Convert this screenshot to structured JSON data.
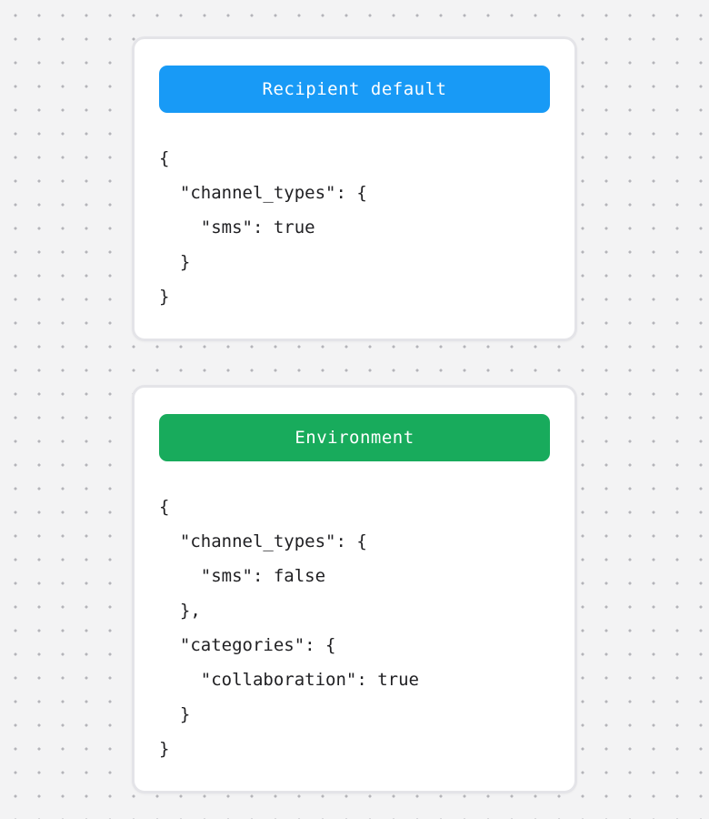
{
  "canvas": {
    "background_color": "#f3f3f4",
    "dot_color": "#b4b4b9"
  },
  "cards": [
    {
      "title": "Recipient default",
      "title_bg": "#189af6",
      "code": "{\n  \"channel_types\": {\n    \"sms\": true\n  }\n}"
    },
    {
      "title": "Environment",
      "title_bg": "#18ab5c",
      "code": "{\n  \"channel_types\": {\n    \"sms\": false\n  },\n  \"categories\": {\n    \"collaboration\": true\n  }\n}"
    }
  ],
  "code_text_color": "#202023"
}
